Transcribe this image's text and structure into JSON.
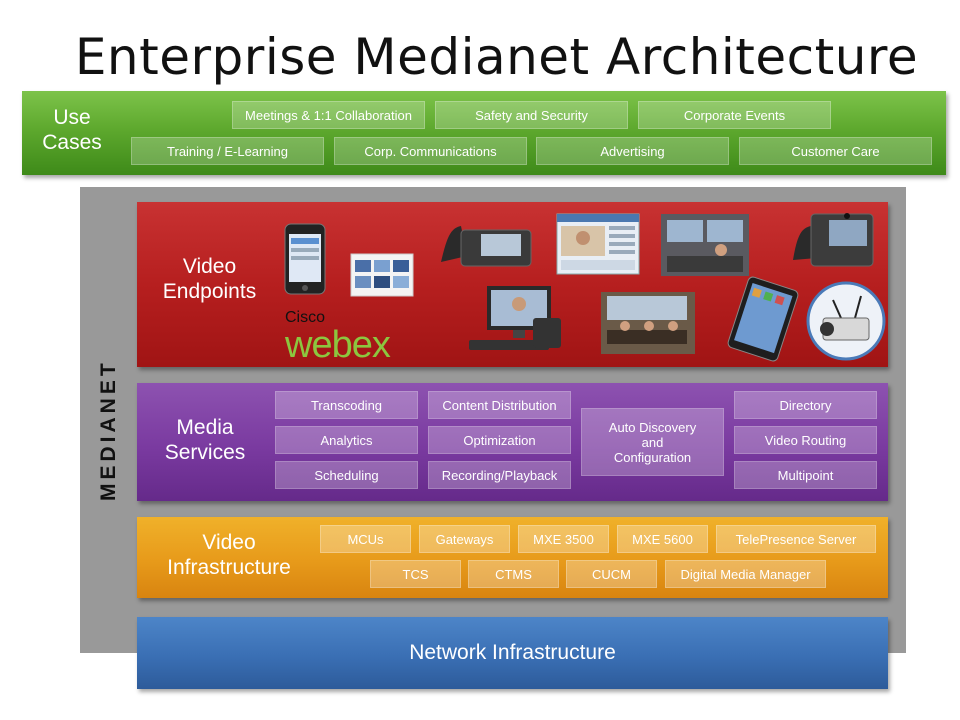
{
  "title": "Enterprise Medianet Architecture",
  "use_cases": {
    "label_line1": "Use",
    "label_line2": "Cases",
    "row1": [
      "Meetings & 1:1 Collaboration",
      "Safety and Security",
      "Corporate  Events"
    ],
    "row2": [
      "Training  / E-Learning",
      "Corp. Communications",
      "Advertising",
      "Customer Care"
    ]
  },
  "medianet_label": "MEDIANET",
  "video_endpoints": {
    "label_line1": "Video",
    "label_line2": "Endpoints",
    "logo_cisco": "Cisco",
    "logo_webex": "webex",
    "device_icons": [
      "smartphone-icon",
      "screen-collage-icon",
      "desk-phone-icon",
      "video-chat-screen-icon",
      "telepresence-room-icon",
      "video-phone-icon",
      "desktop-video-system-icon",
      "conference-room-icon",
      "tablet-icon",
      "ip-camera-icon"
    ]
  },
  "media_services": {
    "label_line1": "Media",
    "label_line2": "Services",
    "col1": [
      "Transcoding",
      "Analytics",
      "Scheduling"
    ],
    "col2": [
      "Content Distribution",
      "Optimization",
      "Recording/Playback"
    ],
    "auto_line1": "Auto Discovery",
    "auto_line2": "and",
    "auto_line3": "Configuration",
    "col4": [
      "Directory",
      "Video Routing",
      "Multipoint"
    ]
  },
  "video_infrastructure": {
    "label_line1": "Video",
    "label_line2": "Infrastructure",
    "row1": [
      "MCUs",
      "Gateways",
      "MXE  3500",
      "MXE  5600",
      "TelePresence  Server"
    ],
    "row2": [
      "TCS",
      "CTMS",
      "CUCM",
      "Digital Media Manager"
    ]
  },
  "network_infrastructure": {
    "label": "Network Infrastructure"
  },
  "colors": {
    "use_cases": "#5ea92e",
    "video_endpoints": "#b61f1f",
    "media_services": "#7a3aa0",
    "video_infrastructure": "#e79a1a",
    "network_infrastructure": "#3a6fb4",
    "backplate": "#999999"
  }
}
